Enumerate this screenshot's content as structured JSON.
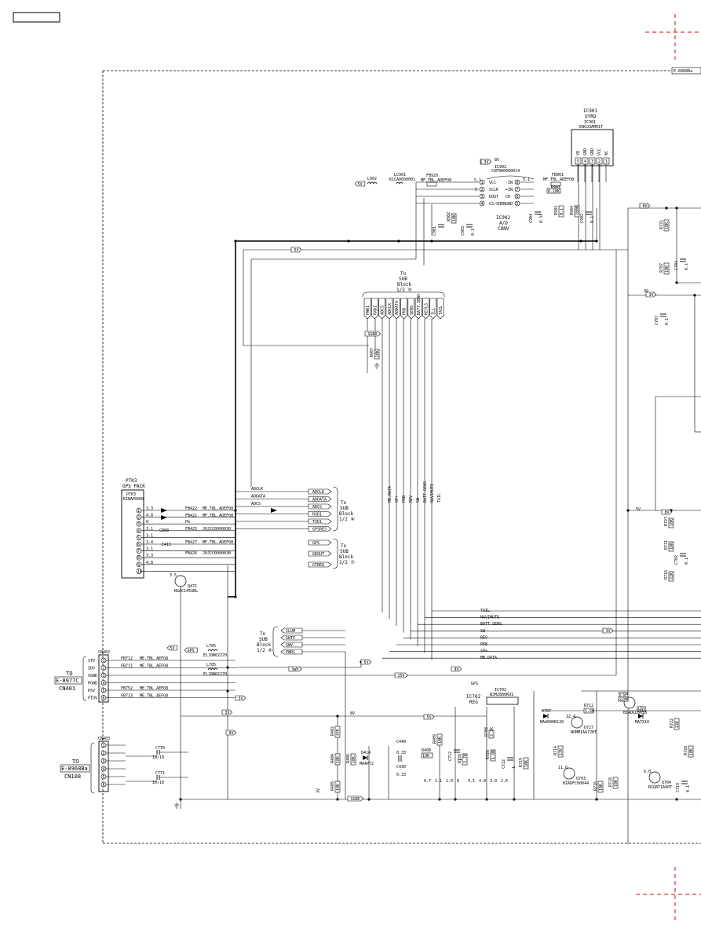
{
  "page_title": "",
  "header_box": "",
  "frame_label": "E-8968Ba",
  "ic901": {
    "ref": "IC901",
    "name": "GYRO",
    "part": "IC901",
    "part_no": "ENCO3AM01T",
    "pins": [
      "5",
      "4",
      "3",
      "2",
      "1"
    ],
    "pin_names": [
      "VO",
      "GND",
      "GND",
      "VCC",
      "NC"
    ]
  },
  "ic902": {
    "ref": "IC902",
    "name": "A/D",
    "name2": "CONV",
    "part_no": "C0FBA0000014",
    "pins_l": [
      "1",
      "2",
      "3",
      "4"
    ],
    "pins_r": [
      "8",
      "7",
      "6",
      "5"
    ],
    "pin_names_l": [
      "VCC",
      "SCLK",
      "DOUT",
      "CS/SHDN"
    ],
    "pin_names_r": [
      "-IN",
      "+IN",
      "CH",
      "GND"
    ]
  },
  "ptk3": {
    "title": "PTK3",
    "subtitle": "GPS PACK",
    "part": "PTK3",
    "part_no": "K1NAP0008",
    "pins": [
      "1",
      "2",
      "3",
      "4",
      "5",
      "6",
      "7",
      "8",
      "9",
      "10"
    ],
    "voltages": [
      "3.3",
      "4.8",
      "0",
      "3.1",
      "3.1",
      "3.4",
      "3.1",
      "3.3",
      "4.8",
      ""
    ]
  },
  "sub_block_top": {
    "line1": "To",
    "line2": "SUB",
    "line3": "Block",
    "line4": "1/2 ⑤",
    "pins": [
      "PWR1",
      "RXD1",
      "ADCS",
      "ADCLK",
      "ADDATA",
      "PKB",
      "SENS",
      "BATT.SENS",
      "KEYLS",
      "ILL",
      "TAIL"
    ]
  },
  "sub_block_a": {
    "line1": "To",
    "line2": "SUB",
    "line3": "Block",
    "line4": "1/2 ④",
    "signals": [
      "ADCLK",
      "ADDATA",
      "ADCS",
      "RXD1",
      "TXD1",
      "GPSRES"
    ]
  },
  "sub_block_b": {
    "line1": "To",
    "line2": "SUB",
    "line3": "Block",
    "line4": "1/2 ⑦",
    "signals": [
      "GPS",
      "GKOUT",
      "GTREQ"
    ]
  },
  "sub_block_c": {
    "line1": "To",
    "line2": "SUB",
    "line3": "Block",
    "line4": "1/2 ⑥",
    "signals": [
      "ILUM",
      "GWTV",
      "SWV",
      "PWR1"
    ]
  },
  "cn402": {
    "ref": "CN402",
    "to_line1": "TO",
    "to_line2": "E-8977C",
    "to_line3": "CN401",
    "pins": [
      "1",
      "2",
      "3",
      "4",
      "5",
      "6"
    ],
    "names": [
      "STV",
      "SDV",
      "SGND",
      "PGND",
      "PSV",
      "FTOV"
    ]
  },
  "cn403": {
    "ref": "CN403",
    "to_line1": "TO",
    "to_line2": "E-8968Ba",
    "to_line3": "CN108",
    "pins": [
      "1",
      "2",
      "3",
      "4",
      "5",
      "6"
    ]
  },
  "ic702": {
    "ref": "IC702",
    "name": "REG",
    "part_no": "NJM2880KU1"
  },
  "bus_labels": [
    "TAIL",
    "NAVIMUTE",
    "BATT.SENS",
    "SW",
    "REV",
    "PKB",
    "SP+",
    "MB.DATA"
  ],
  "vertical_labels": [
    "MB.DATA",
    "SP+",
    "PKB",
    "REV",
    "SW",
    "BATT.SENS",
    "NAVIMUTE",
    "TAIL"
  ],
  "gps_lines": [
    "ADCLK",
    "ADDATA",
    "ADCS"
  ],
  "parts_top": [
    {
      "ref": "L902",
      "val": "5V"
    },
    {
      "ref": "LC901",
      "val": "K1CA0000001"
    },
    {
      "ref": "FB920",
      "val": "MF.TBL.ADEFO8"
    },
    {
      "ref": "FB901",
      "val": "MF.TBL.ADEFO8"
    },
    {
      "ref": "R901",
      "val": "0.18K"
    }
  ],
  "ptk3_nets": [
    {
      "ref": "FB422",
      "val": "ME.TBL.ADEFO8"
    },
    {
      "ref": "FB421",
      "val": "MF.TBL.ADEFO8"
    },
    {
      "ref": "PG",
      "val": ""
    },
    {
      "ref": "FB425",
      "val": "J0JCC0000030"
    },
    {
      "ref": "FB427",
      "val": "MF.TBL.ADEFO8"
    },
    {
      "ref": "FB426",
      "val": "J0JCC0000030"
    }
  ],
  "cn402_nets": [
    {
      "ref": "FB712",
      "val": "ME.TBL.AEFO8"
    },
    {
      "ref": "FB711",
      "val": "ME.TBL.AEFO8"
    },
    {
      "ref": "FB752",
      "val": "ME.TBL.AEFO8"
    },
    {
      "ref": "FB713",
      "val": "ME.TBL.AEFO8"
    }
  ],
  "inductors": [
    {
      "ref": "L705",
      "val": "ELJ0N02270"
    },
    {
      "ref": "L705",
      "val": "ELJ0N02270"
    }
  ],
  "caps_cn403": [
    {
      "ref": "C770",
      "val": "10/10"
    },
    {
      "ref": "C771",
      "val": "10/10"
    }
  ],
  "transistors": [
    {
      "ref": "Q471",
      "part": "NSAC145UBL",
      "volt": "3.5"
    },
    {
      "ref": "Q727",
      "part": "NUMM1AA72HT",
      "volt": "12.4"
    },
    {
      "ref": "Q703",
      "part": "B1ADFC00044",
      "volt": "11.6"
    },
    {
      "ref": "Q704",
      "part": "B1GBT1A00T",
      "volt": "6.0"
    },
    {
      "ref": "Q703",
      "part": "B1ADCL0018",
      "volt": "4.8"
    }
  ],
  "diodes": [
    {
      "ref": "D414",
      "part": "MA4P72"
    },
    {
      "ref": "D714",
      "part": "MA7X10"
    },
    {
      "ref": "D707",
      "part": "MA4000B120"
    }
  ],
  "caps_mid": [
    {
      "ref": "C440",
      "val": "0.33"
    },
    {
      "ref": "C430",
      "val": "0.33"
    }
  ],
  "net_labels": [
    "5V",
    "3V",
    "8V",
    "SGND",
    "GPS",
    "5V",
    "SWV",
    "15V",
    "8V",
    "3V",
    "5V",
    "8V",
    "SGND",
    "3V",
    "3V",
    "5V",
    "3V",
    "8V"
  ],
  "voltages_mid": [
    "0.7",
    "1.1",
    "1.0",
    "0",
    "3.1",
    "4.8",
    "3.0",
    "2.6"
  ],
  "chip_refs": [
    "R902",
    "R903",
    "R904",
    "C901",
    "C902",
    "C903",
    "R906",
    "R907",
    "C904",
    "C905",
    "R910",
    "R911",
    "C910"
  ],
  "right_side_refs": [
    "R721",
    "C701",
    "R707",
    "R727",
    "C707",
    "R731",
    "C702",
    "R716",
    "R718",
    "R728",
    "C709",
    "R722",
    "R703"
  ],
  "bottom_refs": [
    "R402",
    "R404",
    "R406",
    "R405",
    "C414",
    "C416",
    "R726",
    "R728",
    "C712",
    "C722",
    "R719"
  ],
  "markers": [
    "1",
    "1",
    "1",
    "1",
    "1"
  ]
}
